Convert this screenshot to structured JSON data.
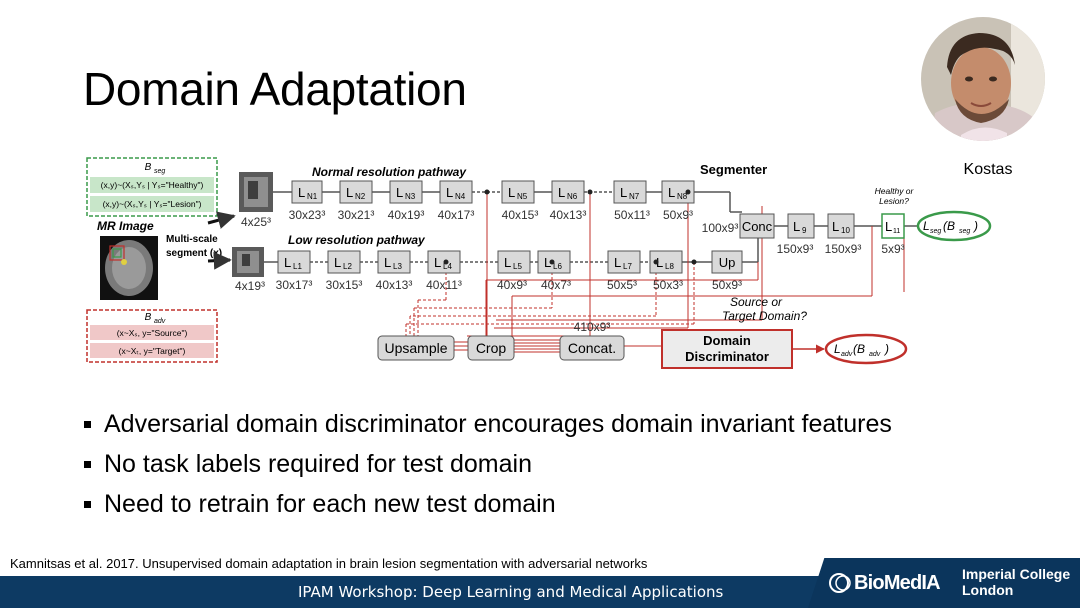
{
  "slide": {
    "title": "Domain Adaptation",
    "presenter": {
      "name": "Kostas"
    },
    "bullets": [
      "Adversarial domain discriminator encourages domain invariant features",
      "No task labels required for test domain",
      "Need to retrain for each new test domain"
    ],
    "citation": "Kamnitsas et al. 2017. Unsupervised domain adaptation in brain lesion segmentation with adversarial networks",
    "footer": {
      "workshop": "IPAM Workshop: Deep Learning and Medical Applications",
      "logo_left": "BioMedIA",
      "logo_right_line1": "Imperial College",
      "logo_right_line2": "London"
    }
  },
  "diagram": {
    "bseg": {
      "title": "B",
      "sub": "seg",
      "row1": "(x,y)~(Xₛ,Yₛ | Yₛ=\"Healthy\")",
      "row2": "(x,y)~(Xₛ,Yₛ | Yₛ=\"Lesion\")"
    },
    "badv": {
      "title": "B",
      "sub": "adv",
      "row1": "(x~Xₛ, y=\"Source\")",
      "row2": "(x~Xₜ, y=\"Target\")"
    },
    "mr_image": "MR Image",
    "multiscale": "Multi-scale",
    "segment": "segment (x)",
    "normal_pathway": "Normal resolution pathway",
    "low_pathway": "Low resolution pathway",
    "segmenter": "Segmenter",
    "normal_input_size": "4x25³",
    "low_input_size": "4x19³",
    "normal_layers": [
      {
        "label": "L",
        "sub": "N1",
        "size": "30x23³"
      },
      {
        "label": "L",
        "sub": "N2",
        "size": "30x21³"
      },
      {
        "label": "L",
        "sub": "N3",
        "size": "40x19³"
      },
      {
        "label": "L",
        "sub": "N4",
        "size": "40x17³"
      },
      {
        "label": "L",
        "sub": "N5",
        "size": "40x15³"
      },
      {
        "label": "L",
        "sub": "N6",
        "size": "40x13³"
      },
      {
        "label": "L",
        "sub": "N7",
        "size": "50x11³"
      },
      {
        "label": "L",
        "sub": "N8",
        "size": "50x9³"
      }
    ],
    "low_layers": [
      {
        "label": "L",
        "sub": "L1",
        "size": "30x17³"
      },
      {
        "label": "L",
        "sub": "L2",
        "size": "30x15³"
      },
      {
        "label": "L",
        "sub": "L3",
        "size": "40x13³"
      },
      {
        "label": "L",
        "sub": "L4",
        "size": "40x11³"
      },
      {
        "label": "L",
        "sub": "L5",
        "size": "40x9³"
      },
      {
        "label": "L",
        "sub": "L6",
        "size": "40x7³"
      },
      {
        "label": "L",
        "sub": "L7",
        "size": "50x5³"
      },
      {
        "label": "L",
        "sub": "L8",
        "size": "50x3³"
      }
    ],
    "up": {
      "label": "Up",
      "size": "50x9³"
    },
    "conc": {
      "label": "Conc",
      "size": "100x9³"
    },
    "l9": {
      "label": "L",
      "sub": "9",
      "size": "150x9³"
    },
    "l10": {
      "label": "L",
      "sub": "10",
      "size": "150x9³"
    },
    "l11": {
      "label": "L",
      "sub": "11",
      "size": "5x9³"
    },
    "healthy_q1": "Healthy or",
    "healthy_q2": "Lesion?",
    "lseg": {
      "label": "L",
      "sub": "seg",
      "arg": "(B",
      "argsub": "seg",
      "close": ")"
    },
    "source_q1": "Source or",
    "source_q2": "Target Domain?",
    "upsample": "Upsample",
    "crop": "Crop",
    "concat": "Concat.",
    "concat_size": "410x9³",
    "discriminator1": "Domain",
    "discriminator2": "Discriminator",
    "ladv": {
      "label": "L",
      "sub": "adv",
      "arg": "(B",
      "argsub": "adv",
      "close": ")"
    },
    "colors": {
      "green": "#3a9a4a",
      "red": "#c0302b",
      "box_fill": "#d9d9d9",
      "box_stroke": "#555555"
    }
  }
}
